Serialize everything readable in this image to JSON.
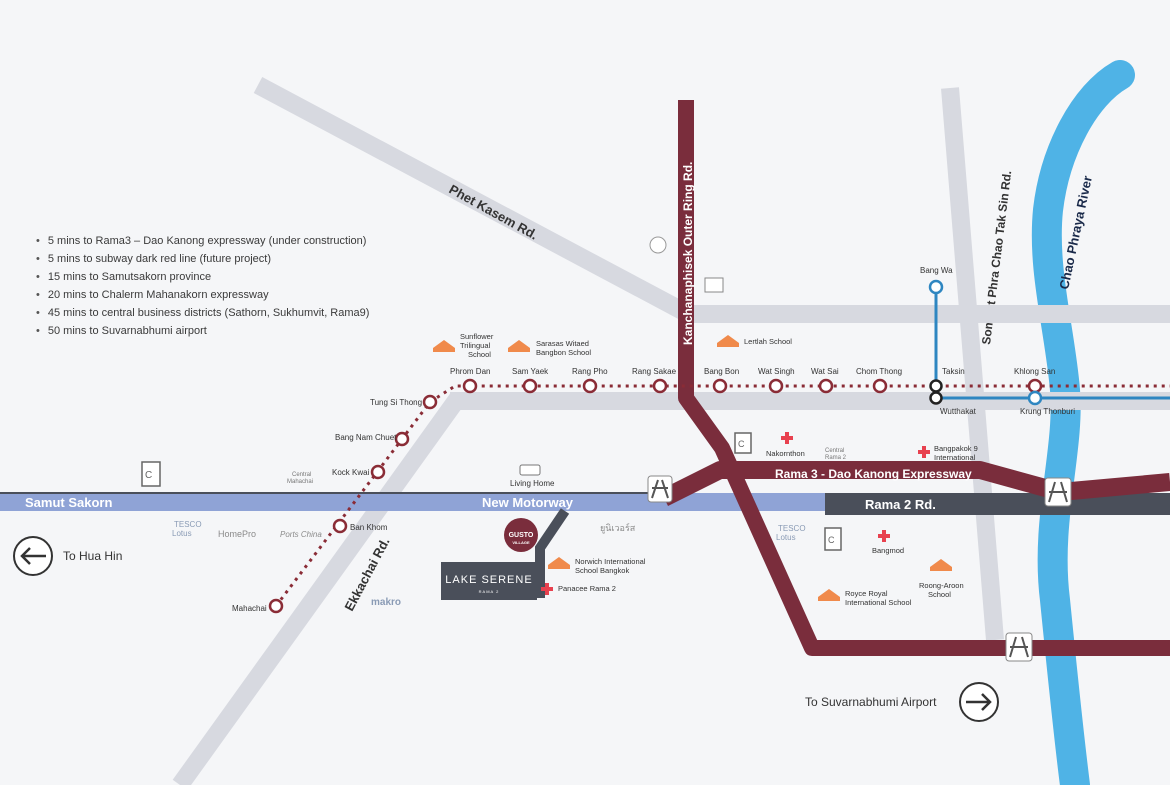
{
  "amenities": [
    "5  mins to Rama3 – Dao Kanong expressway (under construction)",
    "5  mins to subway dark red line (future project)",
    "15 mins to Samutsakorn province",
    "20 mins to Chalerm Mahanakorn expressway",
    "45 mins to central business districts (Sathorn, Sukhumvit, Rama9)",
    "50 mins to Suvarnabhumi airport"
  ],
  "roads": {
    "phet_kasem": "Phet Kasem Rd.",
    "outer_ring": "Kanchanaphisek Outer Ring Rd.",
    "somdet": "Somdet Phra Chao Tak Sin Rd.",
    "ekkachai": "Ekkachai Rd.",
    "samut_sakorn": "Samut Sakorn",
    "new_motorway": "New Motorway",
    "rama2": "Rama 2 Rd.",
    "rama3": "Rama 3 - Dao Kanong Expressway",
    "river": "Chao Phraya River"
  },
  "directions": {
    "hua_hin": "To Hua Hin",
    "suvarnabhumi": "To Suvarnabhumi Airport"
  },
  "stations": {
    "mahachai": "Mahachai",
    "ban_khom": "Ban Khom",
    "kock_kwai": "Kock Kwai",
    "bang_nam_chuet": "Bang Nam Chuet",
    "tung_si_thong": "Tung Si Thong",
    "phrom_dan": "Phrom Dan",
    "sam_yaek": "Sam Yaek",
    "rang_pho": "Rang Pho",
    "rang_sakae": "Rang Sakae",
    "bang_bon": "Bang Bon",
    "wat_singh": "Wat Singh",
    "wat_sai": "Wat Sai",
    "chom_thong": "Chom Thong",
    "taksin": "Taksin",
    "wutthakat": "Wutthakat",
    "khlong_san": "Khlong San",
    "krung_thonburi": "Krung Thonburi",
    "bang_wa": "Bang Wa"
  },
  "schools": {
    "sunflower": [
      "Sunflower",
      "Trilingual",
      "School"
    ],
    "sarasas": [
      "Sarasas Witaed",
      "Bangbon School"
    ],
    "lertlah": "Lertlah School",
    "norwich": [
      "Norwich International",
      "School Bangkok"
    ],
    "royce": [
      "Royce Royal",
      "International School"
    ],
    "roong_aroon": [
      "Roong-Aroon",
      "School"
    ]
  },
  "hospitals": {
    "nakornthon": "Nakornthon",
    "bangpakok": [
      "Bangpakok 9",
      "International"
    ],
    "bangmod": "Bangmod",
    "panacee": "Panacee Rama 2"
  },
  "landmarks": {
    "living_home": "Living Home",
    "central_mahachai": [
      "Central",
      "Mahachai"
    ],
    "central_rama2": [
      "Central",
      "Rama 2"
    ],
    "tesco1": [
      "TESCO",
      "Lotus"
    ],
    "tesco2": [
      "TESCO",
      "Lotus"
    ],
    "homepro": "HomePro",
    "ports": "Ports China",
    "makro": "makro",
    "thai": "ยูนิเวอร์ส",
    "gusto": [
      "GUSTO",
      "VILLAGE"
    ],
    "lake": [
      "LAKE",
      "SERENE",
      "RAMA 2"
    ]
  },
  "colors": {
    "expressway": "#7a2d3c",
    "road": "#d7d9e0",
    "motorway": "#8fa3d6",
    "rama2": "#4a4f5a",
    "river": "#4fb3e6",
    "blue_line": "#2e86c1",
    "station_ring": "#8a2c36"
  }
}
